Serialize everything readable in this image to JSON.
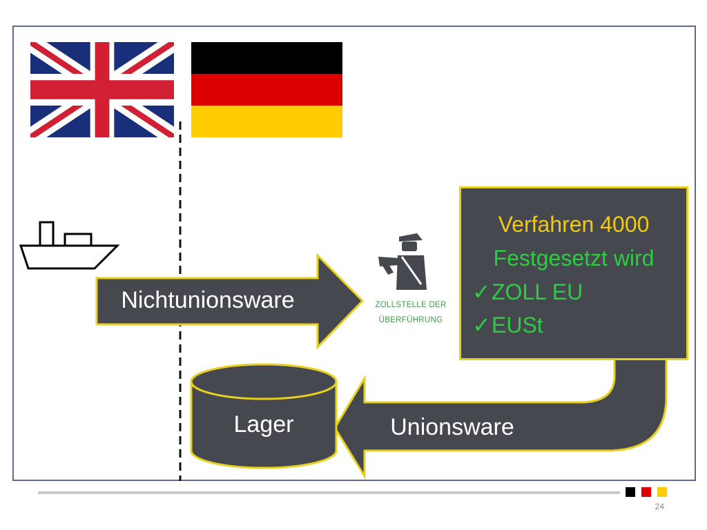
{
  "diagram": {
    "flags": {
      "uk": {
        "icon": "union-jack-flag"
      },
      "de": {
        "icon": "german-flag",
        "colors": [
          "#000000",
          "#dd0000",
          "#ffcc00"
        ]
      }
    },
    "ship": {
      "icon": "ship-icon"
    },
    "officer": {
      "icon": "customs-officer-icon"
    },
    "arrow_in": {
      "label": "Nichtunionsware"
    },
    "customs_office": {
      "line1": "ZOLLSTELLE DER",
      "line2": "ÜBERFÜHRUNG"
    },
    "procedure_box": {
      "title": "Verfahren 4000",
      "subtitle": "Festgesetzt wird",
      "items": [
        "ZOLL EU",
        "EUSt"
      ]
    },
    "arrow_out": {
      "label": "Unionsware"
    },
    "storage": {
      "label": "Lager"
    }
  },
  "footer": {
    "page_number": "24",
    "squares": [
      "#000000",
      "#dd0000",
      "#ffcc00"
    ]
  },
  "colors": {
    "shape_fill": "#45494f",
    "shape_border": "#e8d020",
    "title_yellow": "#f2c811",
    "green": "#2ecc40",
    "frame": "#5b6b8c"
  }
}
